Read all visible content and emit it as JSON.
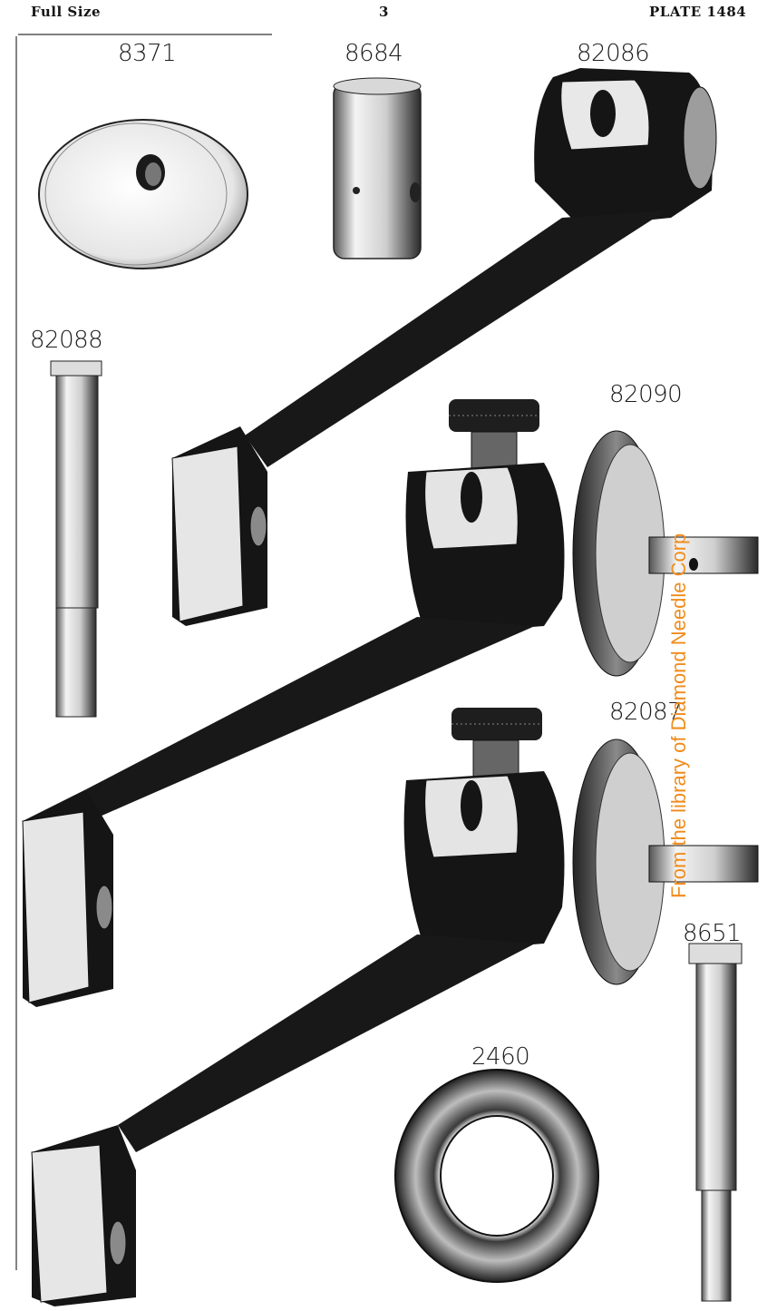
{
  "header": {
    "left": "Full Size",
    "center": "3",
    "right": "PLATE 1484"
  },
  "part_numbers": {
    "p8371": "8371",
    "p8684": "8684",
    "p82086": "82086",
    "p82088": "82088",
    "p82090": "82090",
    "p82087": "82087",
    "p8651": "8651",
    "p2460": "2460"
  },
  "watermark": "From the library of Diamond Needle Corp",
  "colors": {
    "ink": "#111111",
    "metal_light": "#e8e8e8",
    "metal_mid": "#9a9a9a",
    "watermark": "#f08c1c"
  }
}
